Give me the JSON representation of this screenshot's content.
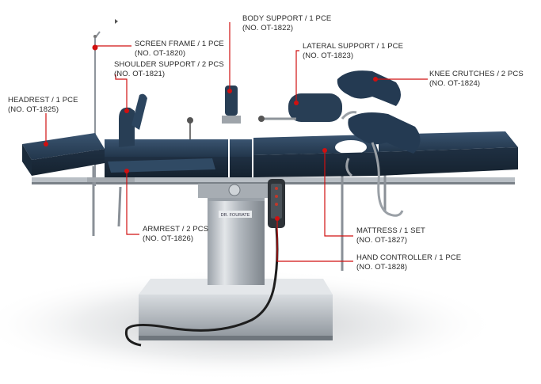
{
  "colors": {
    "leader": "#d01010",
    "mattress": "#283e55",
    "steel": "#c9ced3",
    "text": "#2a2a2a"
  },
  "pedestal_brand": "DR. FOURATE",
  "callouts": {
    "body_support": {
      "name": "BODY SUPPORT / 1 PCE",
      "code": "(NO. OT-1822)"
    },
    "screen_frame": {
      "name": "SCREEN FRAME / 1 PCE",
      "code": "(NO. OT-1820)"
    },
    "lateral_support": {
      "name": "LATERAL SUPPORT / 1 PCE",
      "code": "(NO. OT-1823)"
    },
    "shoulder_support": {
      "name": "SHOULDER SUPPORT / 2 PCS",
      "code": "(NO. OT-1821)"
    },
    "knee_crutches": {
      "name": "KNEE CRUTCHES / 2 PCS",
      "code": "(NO. OT-1824)"
    },
    "headrest": {
      "name": "HEADREST / 1 PCE",
      "code": "(NO. OT-1825)"
    },
    "armrest": {
      "name": "ARMREST / 2 PCS",
      "code": "(NO. OT-1826)"
    },
    "mattress": {
      "name": "MATTRESS / 1 SET",
      "code": "(NO. OT-1827)"
    },
    "hand_controller": {
      "name": "HAND CONTROLLER / 1 PCE",
      "code": "(NO. OT-1828)"
    }
  }
}
